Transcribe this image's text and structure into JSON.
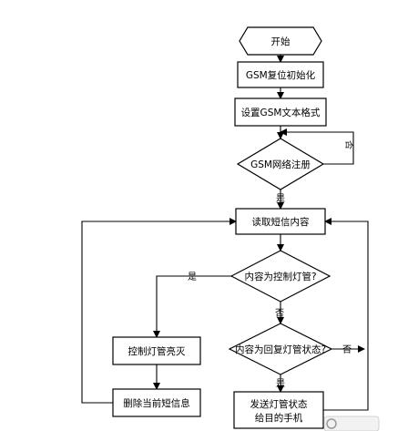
{
  "flowchart": {
    "start": "开始",
    "gsm_reset_init": "GSM复位初始化",
    "set_gsm_text_mode": "设置GSM文本格式",
    "gsm_network_registered": "GSM网络注册",
    "read_sms_content": "读取短信内容",
    "is_control_lamp": "内容为控制灯管?",
    "control_lamp_on_off": "控制灯管亮灭",
    "is_reply_lamp_status": "内容为回复灯管状态?",
    "delete_current_sms": "删除当前短信息",
    "send_status_line1": "发送灯管状态",
    "send_status_line2": "给目的手机"
  },
  "labels": {
    "no_register": "否",
    "yes_register": "是",
    "yes_control": "是",
    "no_control": "否",
    "yes_reply": "是",
    "no_reply": "否"
  }
}
